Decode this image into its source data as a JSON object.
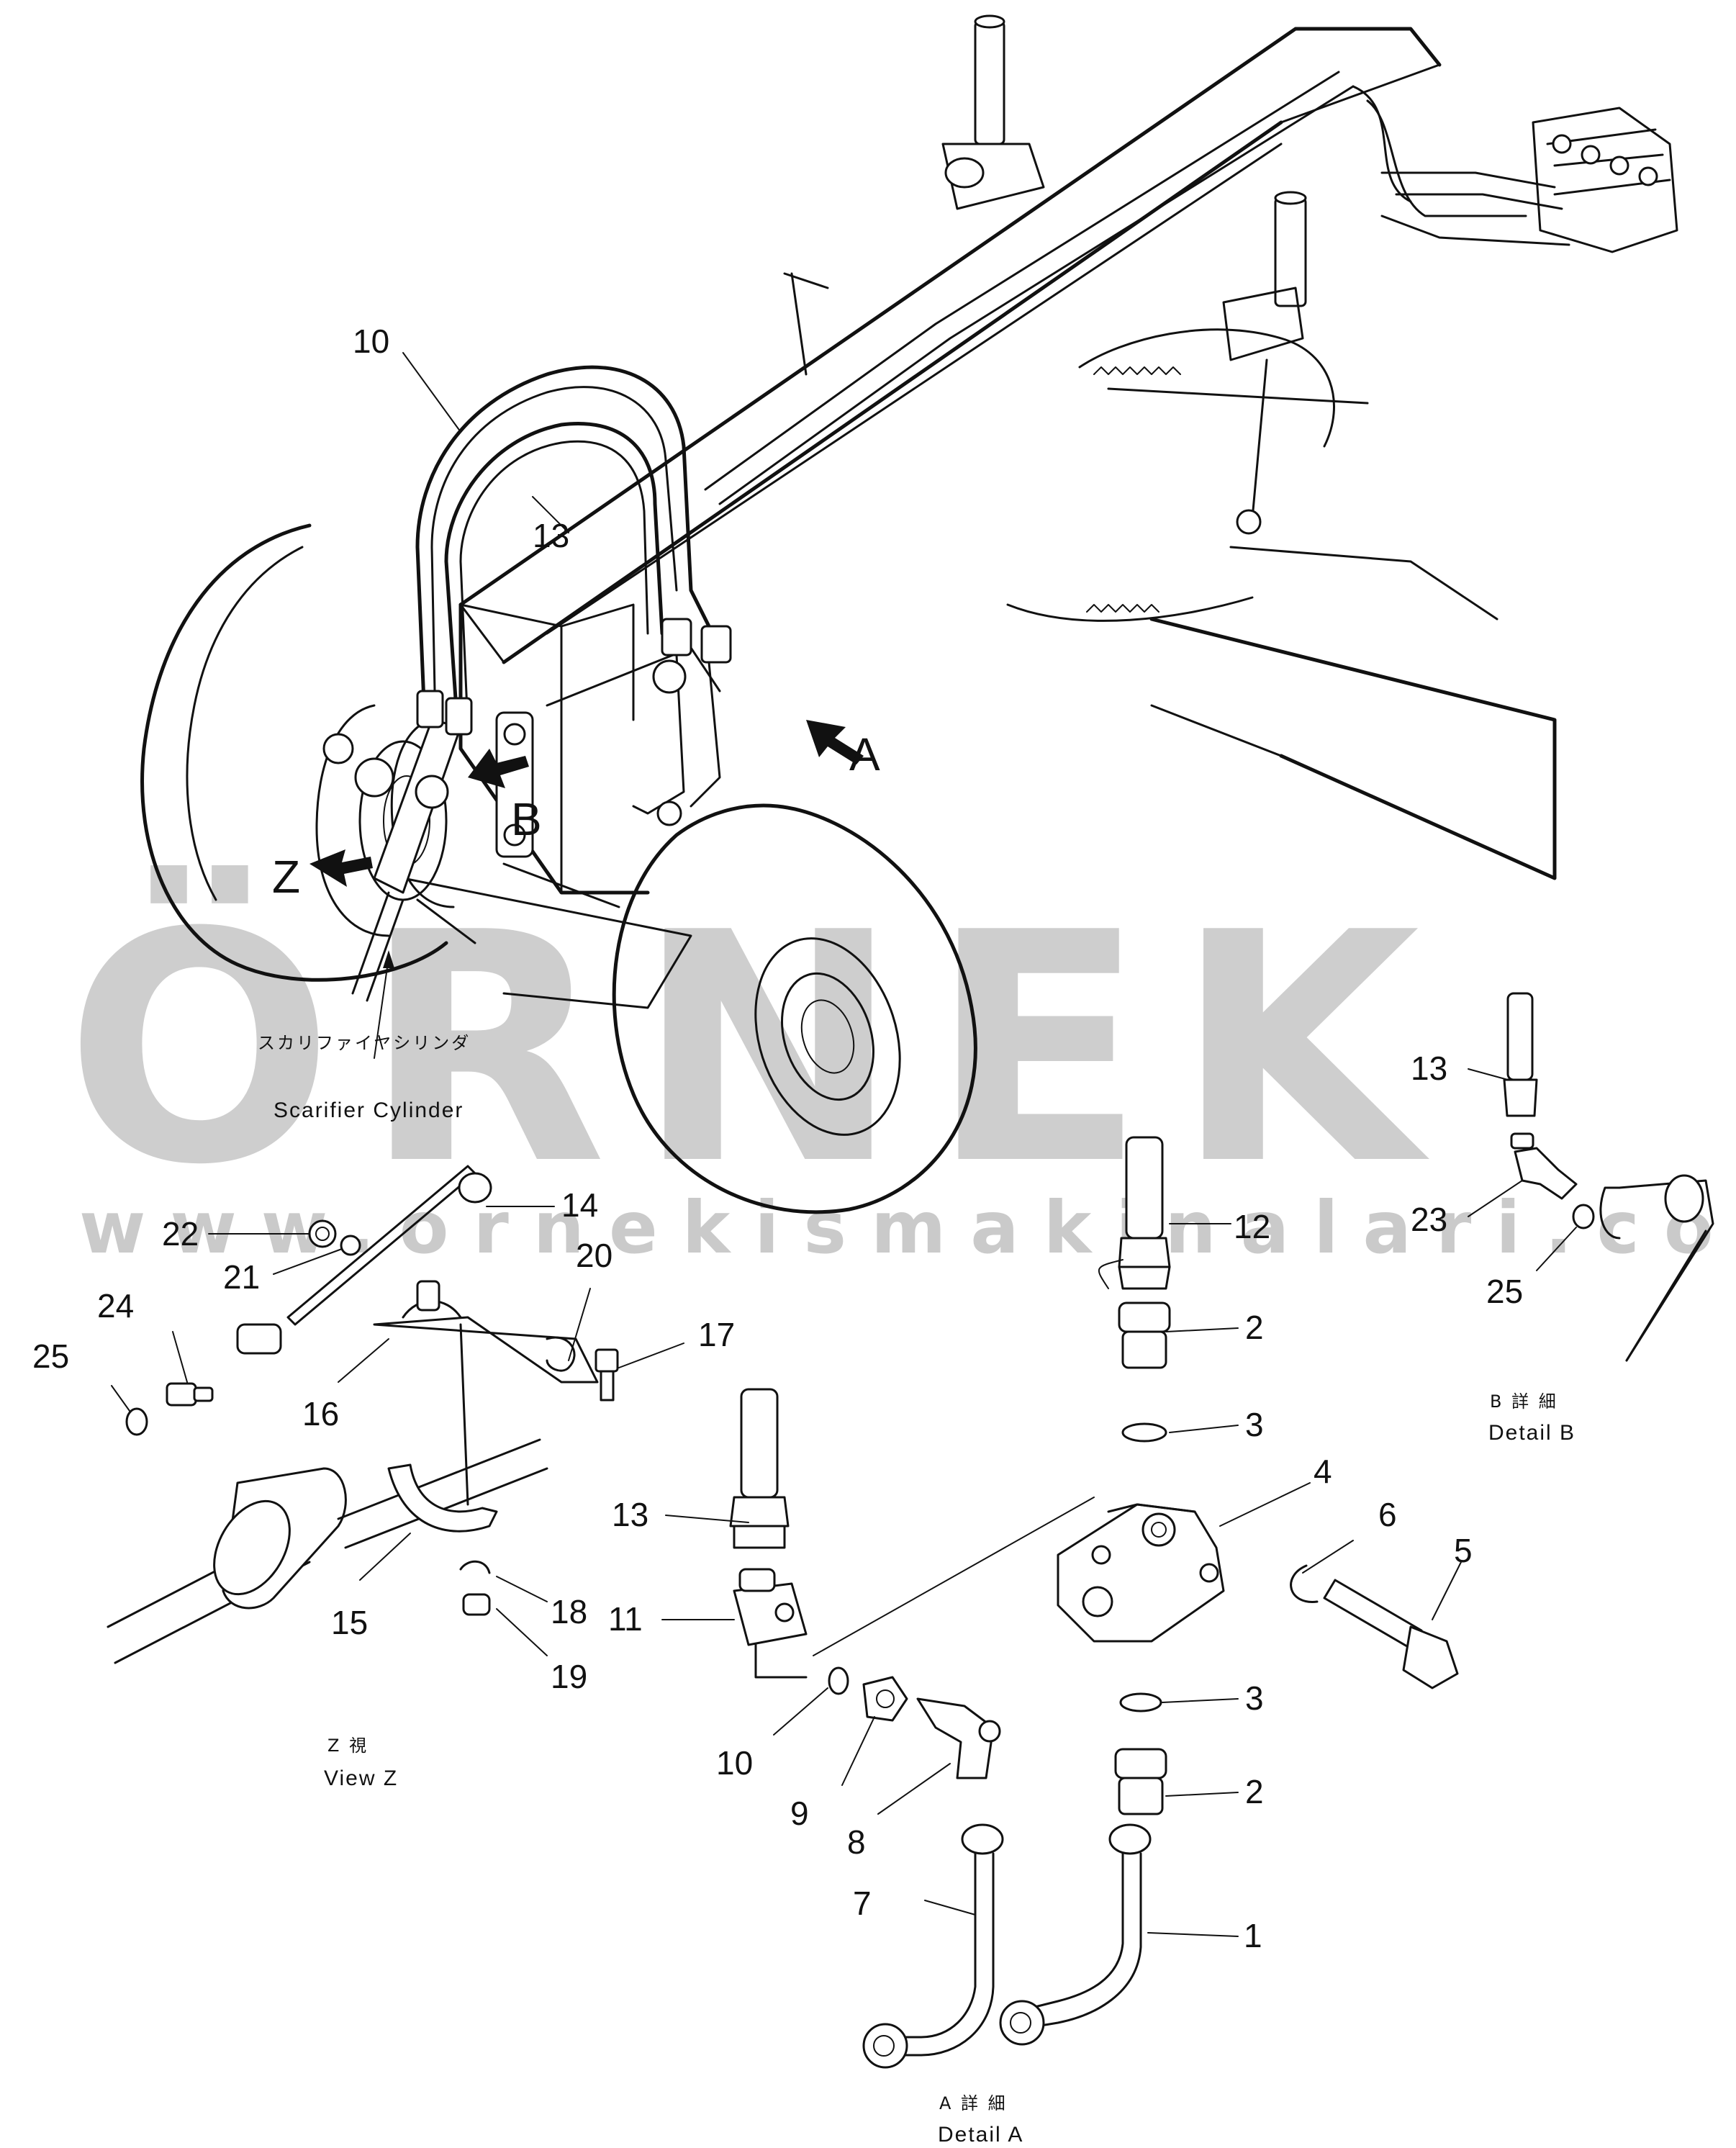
{
  "watermark": {
    "brand": "ÖRNEK",
    "url": "www.ornekismakinalari.com.tr",
    "color": "#7d7d7d"
  },
  "view_markers": {
    "A": "A",
    "B": "B",
    "Z": "Z"
  },
  "annotations": {
    "scarifier_cylinder_jp": "スカリファイヤシリンダ",
    "scarifier_cylinder_en": "Scarifier Cylinder"
  },
  "captions": {
    "view_z_jp": "Z 視",
    "view_z_en": "View Z",
    "detail_a_jp": "A 詳 細",
    "detail_a_en": "Detail A",
    "detail_b_jp": "B 詳 細",
    "detail_b_en": "Detail B"
  },
  "callouts": {
    "main_10": "10",
    "main_13": "13",
    "z_14": "14",
    "z_15": "15",
    "z_16": "16",
    "z_17": "17",
    "z_18": "18",
    "z_19": "19",
    "z_20": "20",
    "z_21": "21",
    "z_22": "22",
    "z_24": "24",
    "z_25": "25",
    "a_1": "1",
    "a_2_top": "2",
    "a_2_bottom": "2",
    "a_3_top": "3",
    "a_3_bottom": "3",
    "a_4": "4",
    "a_5": "5",
    "a_6": "6",
    "a_7": "7",
    "a_8": "8",
    "a_9": "9",
    "a_10": "10",
    "a_11": "11",
    "a_12": "12",
    "a_13": "13",
    "b_13": "13",
    "b_23": "23",
    "b_25": "25"
  }
}
